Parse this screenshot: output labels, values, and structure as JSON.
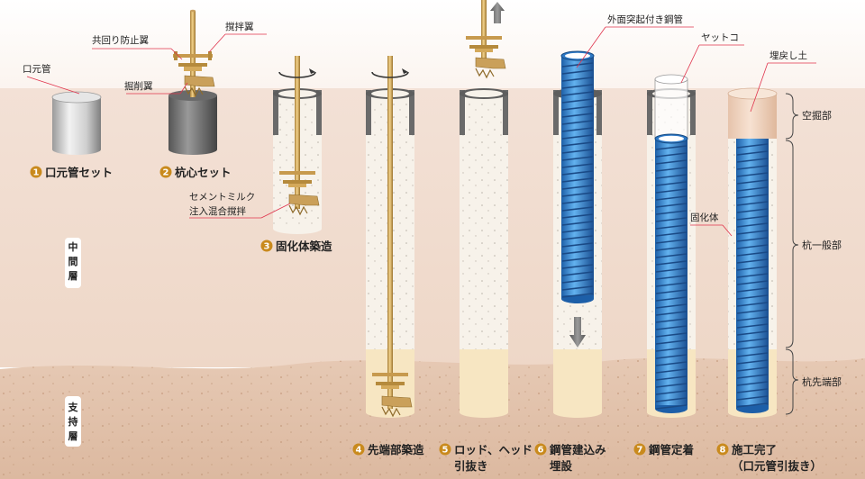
{
  "labels": {
    "guide_pipe": "口元管",
    "anti_corotation_blade": "共回り防止翼",
    "mixing_blade": "撹拌翼",
    "excavation_blade": "掘削翼",
    "cement_milk": "セメントミルク",
    "injection_mixing": "注入混合撹拌",
    "pipe_with_projections": "外面突起付き鋼管",
    "yattoko": "ヤットコ",
    "backfill": "埋戻し土",
    "solidified_body": "固化体"
  },
  "layers": {
    "middle": "中間層",
    "support": "支持層"
  },
  "zones": {
    "empty_excavation": "空掘部",
    "pile_general": "杭一般部",
    "pile_tip": "杭先端部"
  },
  "steps": [
    {
      "num": "1",
      "text": "口元管セット"
    },
    {
      "num": "2",
      "text": "杭心セット"
    },
    {
      "num": "3",
      "text": "固化体築造"
    },
    {
      "num": "4",
      "text": "先端部築造"
    },
    {
      "num": "5",
      "text": "ロッド、ヘッド",
      "text2": "引抜き"
    },
    {
      "num": "6",
      "text": "鋼管建込み",
      "text2": "埋設"
    },
    {
      "num": "7",
      "text": "鋼管定着"
    },
    {
      "num": "8",
      "text": "施工完了",
      "text2": "（口元管引抜き）"
    }
  ],
  "colors": {
    "ground_upper": "#f1dcd0",
    "ground_lower": "#e8cbb8",
    "support_layer": "#e3c3ad",
    "sky": "#ffffff",
    "pipe_blue": "#3a8fd6",
    "pipe_dark": "#1f5f9e",
    "mix": "#f6f1ea",
    "tip": "#f7e6c2",
    "rod": "#d9b36a",
    "step_badge": "#c98a1d",
    "leader": "#e0344d",
    "backfill": "#f2d8c4"
  }
}
